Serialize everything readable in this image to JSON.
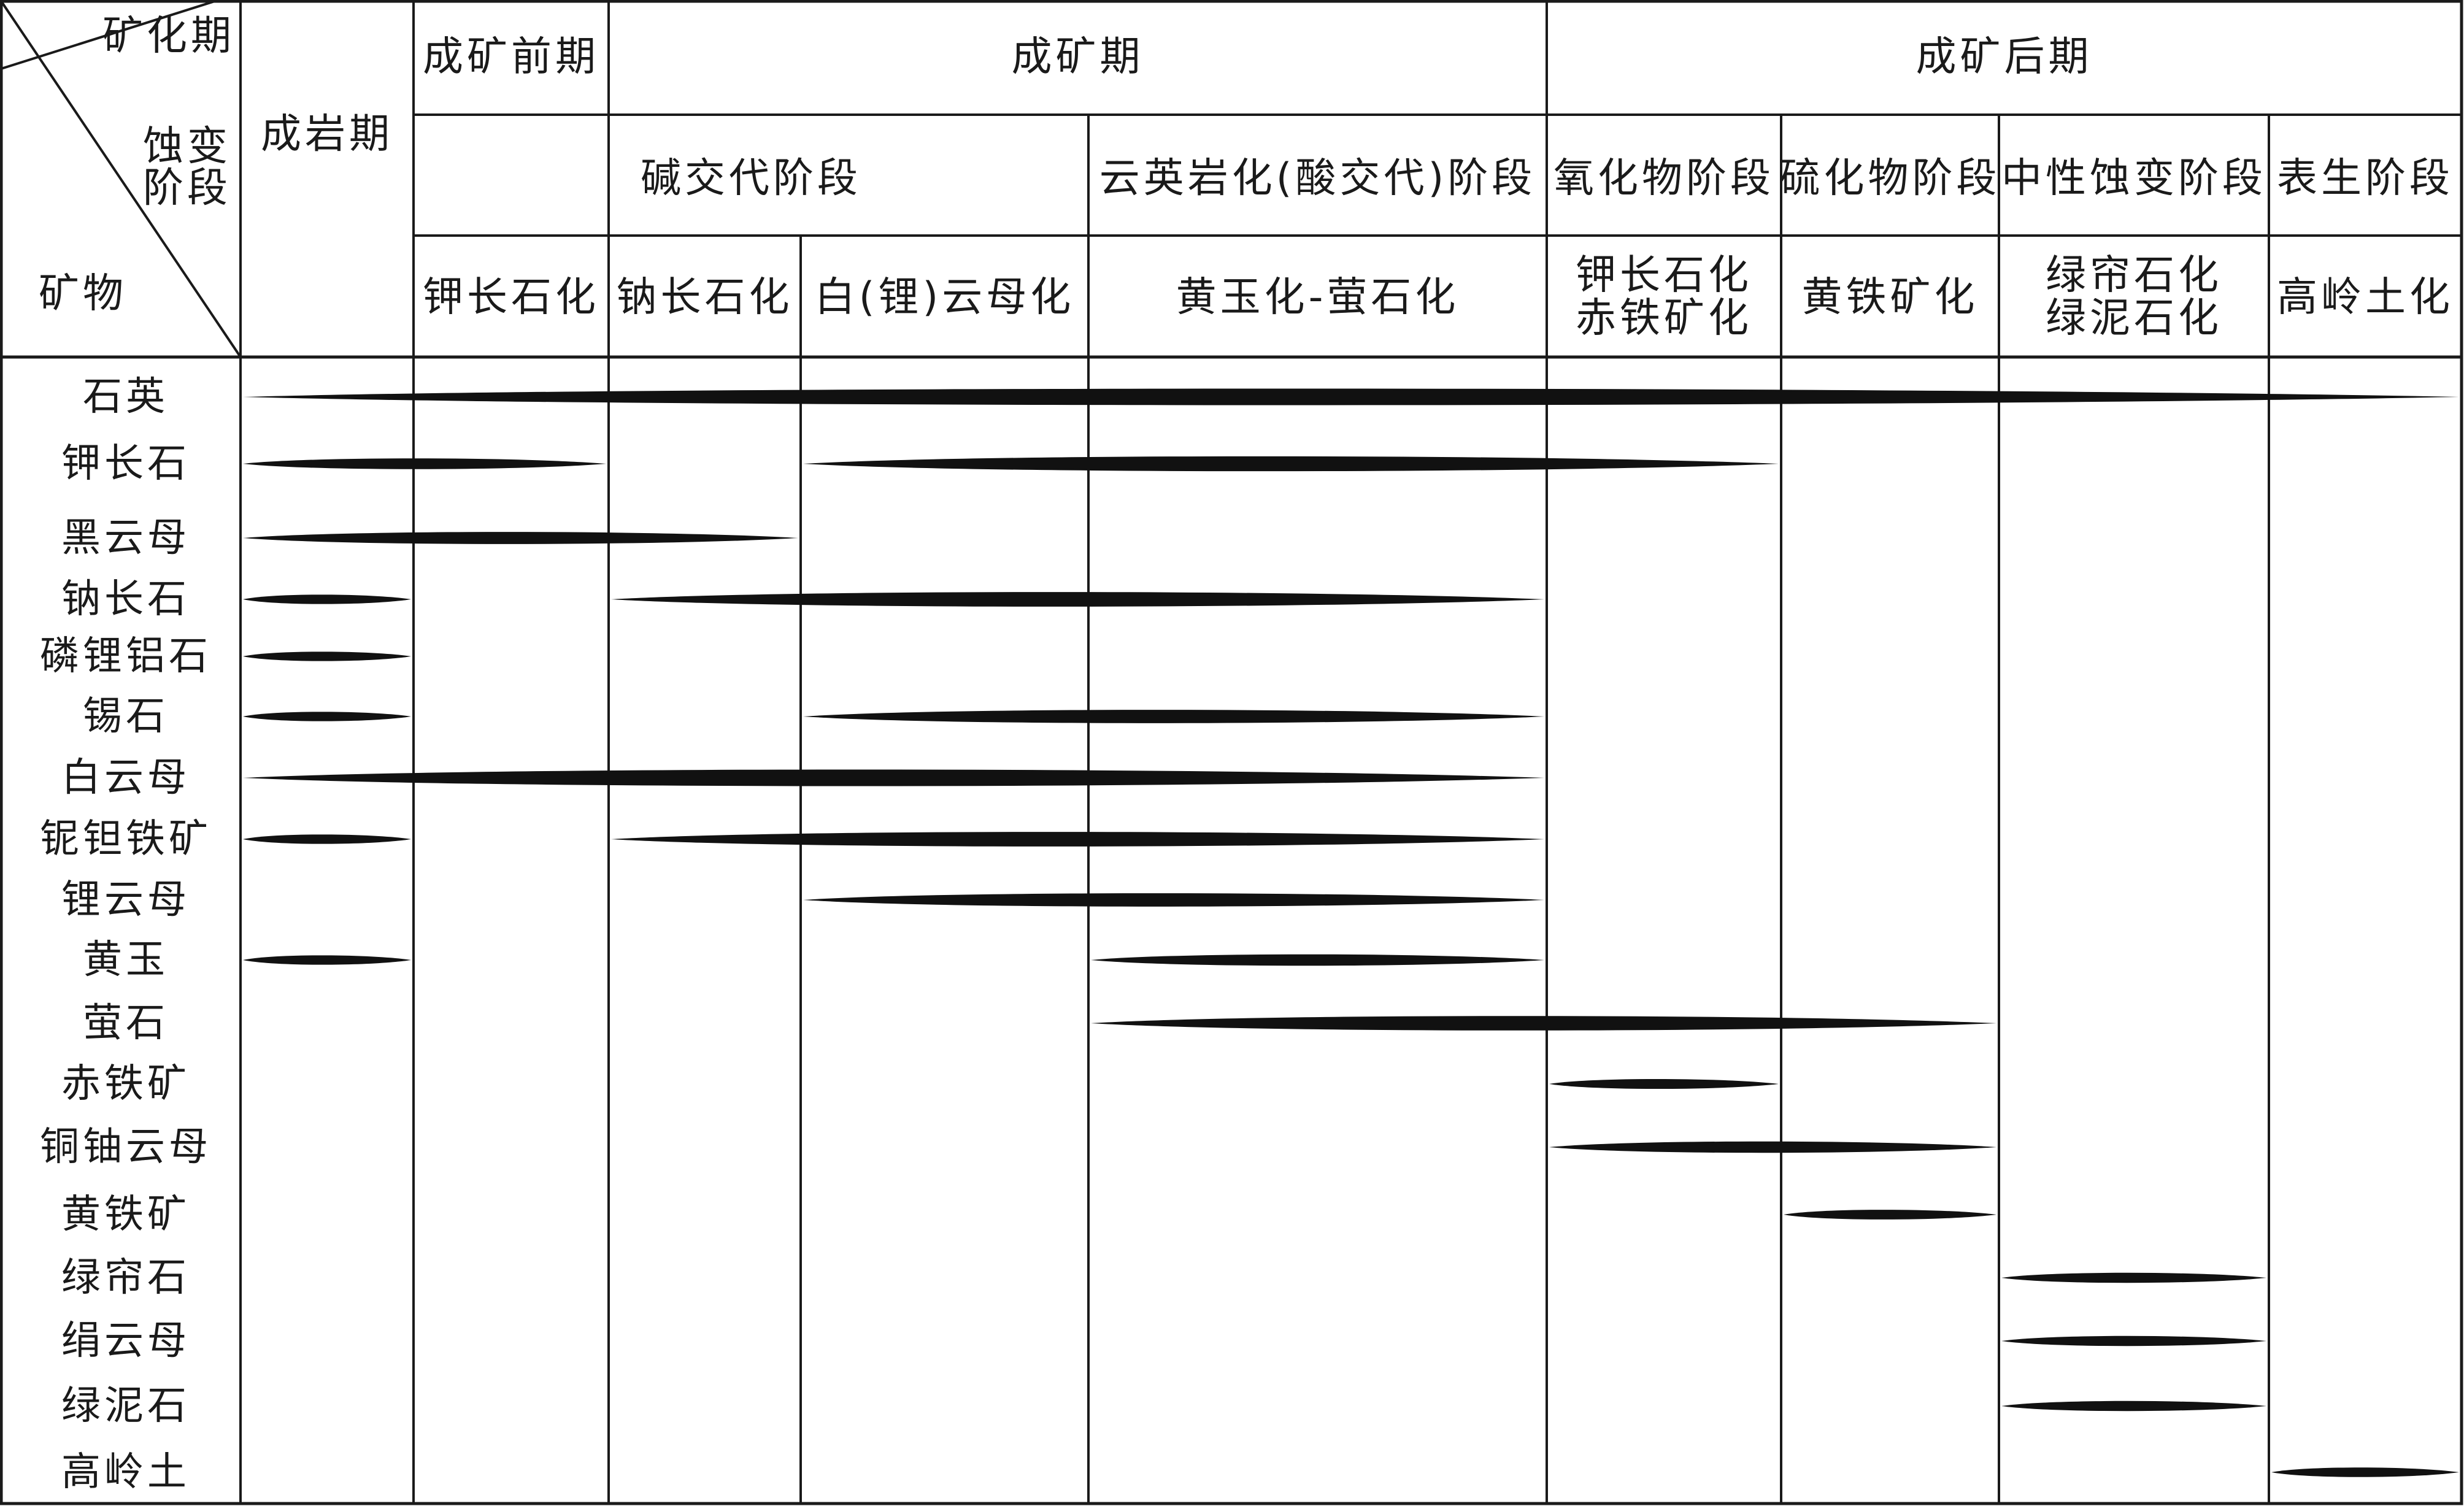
{
  "corner": {
    "period_label": "矿化期",
    "alteration_label_line1": "蚀变",
    "alteration_label_line2": "阶段",
    "mineral_label": "矿物"
  },
  "periods": [
    {
      "id": "diagenetic",
      "label": "成岩期"
    },
    {
      "id": "pre_ore",
      "label": "成矿前期"
    },
    {
      "id": "ore",
      "label": "成矿期"
    },
    {
      "id": "post_ore",
      "label": "成矿后期"
    }
  ],
  "stages": [
    {
      "id": "alkali",
      "label": "碱交代阶段"
    },
    {
      "id": "greisen",
      "label": "云英岩化(酸交代)阶段"
    },
    {
      "id": "oxide",
      "label": "氧化物阶段"
    },
    {
      "id": "sulfide",
      "label": "硫化物阶段"
    },
    {
      "id": "neutral",
      "label": "中性蚀变阶段"
    },
    {
      "id": "supergene",
      "label": "表生阶段"
    }
  ],
  "alterations": [
    {
      "id": "c1",
      "lines": [
        "钾长石化"
      ]
    },
    {
      "id": "c2",
      "lines": [
        "钠长石化"
      ]
    },
    {
      "id": "c3",
      "lines": [
        "白(锂)云母化"
      ]
    },
    {
      "id": "c4",
      "lines": [
        "黄玉化-萤石化"
      ]
    },
    {
      "id": "c5",
      "lines": [
        "钾长石化",
        "赤铁矿化"
      ]
    },
    {
      "id": "c6",
      "lines": [
        "黄铁矿化"
      ]
    },
    {
      "id": "c7",
      "lines": [
        "绿帘石化",
        "绿泥石化"
      ]
    },
    {
      "id": "c8",
      "lines": [
        "高岭土化"
      ]
    }
  ],
  "minerals": [
    {
      "name": "石英",
      "bars": [
        {
          "from": "c0",
          "to": "c8"
        }
      ]
    },
    {
      "name": "钾长石",
      "bars": [
        {
          "from": "c0",
          "to": "c1"
        },
        {
          "from": "c3",
          "to": "c5"
        }
      ]
    },
    {
      "name": "黑云母",
      "bars": [
        {
          "from": "c0",
          "to": "c2"
        }
      ]
    },
    {
      "name": "钠长石",
      "bars": [
        {
          "from": "c0",
          "to": "c0"
        },
        {
          "from": "c2",
          "to": "c4"
        }
      ]
    },
    {
      "name": "磷锂铝石",
      "bars": [
        {
          "from": "c0",
          "to": "c0"
        }
      ]
    },
    {
      "name": "锡石",
      "bars": [
        {
          "from": "c0",
          "to": "c0"
        },
        {
          "from": "c3",
          "to": "c4"
        }
      ]
    },
    {
      "name": "白云母",
      "bars": [
        {
          "from": "c0",
          "to": "c4"
        }
      ]
    },
    {
      "name": "铌钽铁矿",
      "bars": [
        {
          "from": "c0",
          "to": "c0"
        },
        {
          "from": "c2",
          "to": "c4"
        }
      ]
    },
    {
      "name": "锂云母",
      "bars": [
        {
          "from": "c3",
          "to": "c4"
        }
      ]
    },
    {
      "name": "黄玉",
      "bars": [
        {
          "from": "c0",
          "to": "c0"
        },
        {
          "from": "c4",
          "to": "c4"
        }
      ]
    },
    {
      "name": "萤石",
      "bars": [
        {
          "from": "c4",
          "to": "c6"
        }
      ]
    },
    {
      "name": "赤铁矿",
      "bars": [
        {
          "from": "c5",
          "to": "c5"
        }
      ]
    },
    {
      "name": "铜铀云母",
      "bars": [
        {
          "from": "c5",
          "to": "c6"
        }
      ]
    },
    {
      "name": "黄铁矿",
      "bars": [
        {
          "from": "c6",
          "to": "c6"
        }
      ]
    },
    {
      "name": "绿帘石",
      "bars": [
        {
          "from": "c7",
          "to": "c7"
        }
      ]
    },
    {
      "name": "绢云母",
      "bars": [
        {
          "from": "c7",
          "to": "c7"
        }
      ]
    },
    {
      "name": "绿泥石",
      "bars": [
        {
          "from": "c7",
          "to": "c7"
        }
      ]
    },
    {
      "name": "高岭土",
      "bars": [
        {
          "from": "c8",
          "to": "c8"
        }
      ]
    }
  ]
}
